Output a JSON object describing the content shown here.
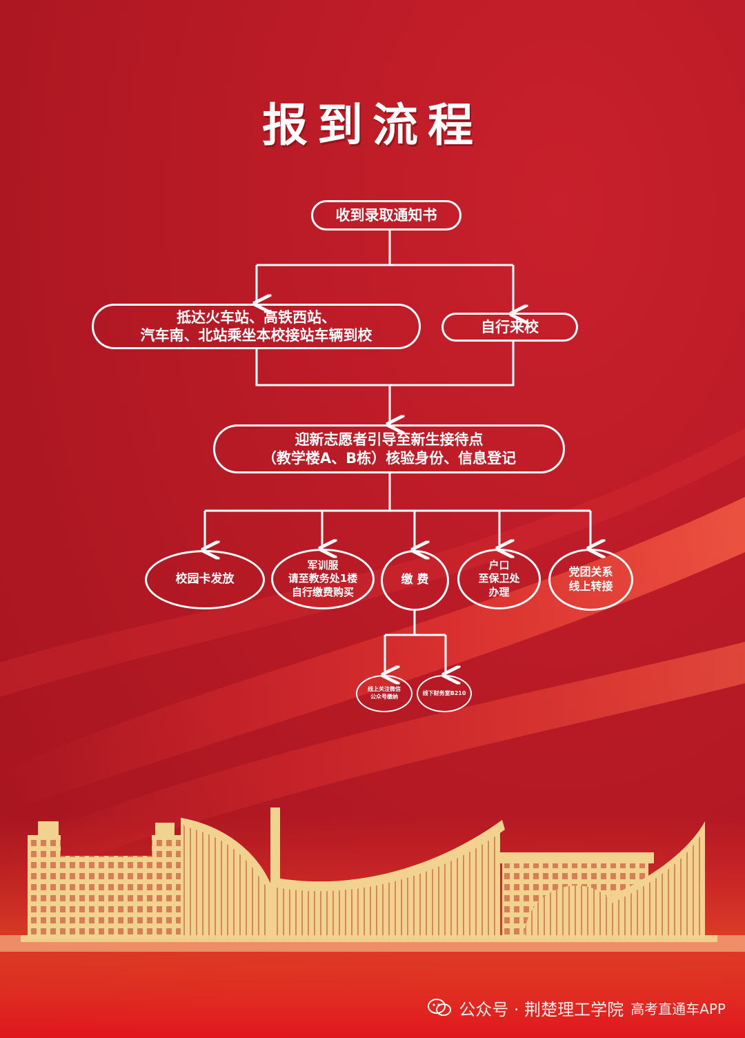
{
  "title": "报到流程",
  "colors": {
    "background": "#b71a25",
    "line": "#ffffff",
    "building": "#f1d38f"
  },
  "nodes": {
    "notice": "收到录取通知书",
    "station": {
      "line1": "抵达火车站、高铁西站、",
      "line2": "汽车南、北站乘坐本校接站车辆到校"
    },
    "self": "自行来校",
    "volunteer": {
      "line1": "迎新志愿者引导至新生接待点",
      "line2": "（教学楼A、B栋）核验身份、信息登记"
    },
    "card": "校园卡发放",
    "uniform": {
      "line1": "军训服",
      "line2": "请至教务处1楼",
      "line3": "自行缴费购买"
    },
    "fee": "缴 费",
    "hukou": {
      "line1": "户口",
      "line2": "至保卫处",
      "line3": "办理"
    },
    "party": {
      "line1": "党团关系",
      "line2": "线上转接"
    },
    "fee_online": {
      "line1": "线上关注微信",
      "line2": "公众号缴纳"
    },
    "fee_offline": "线下财务室B210"
  },
  "footer": {
    "icon": "wechat-icon",
    "text": "公众号 · 荆楚理工学院",
    "watermark": "高考直通车APP"
  }
}
